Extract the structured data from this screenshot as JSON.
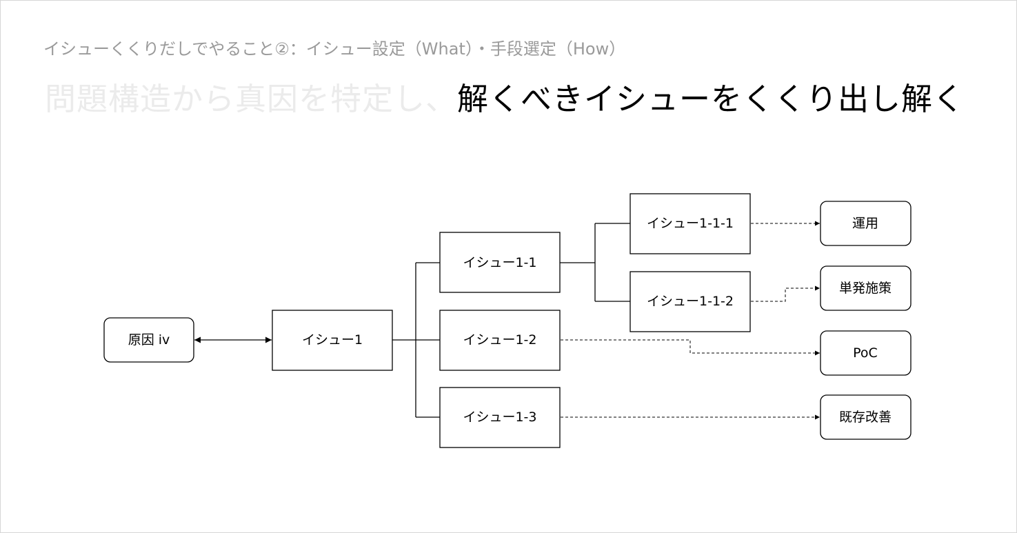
{
  "header": {
    "subtitle": "イシューくくりだしでやること②：イシュー設定（What）・手段選定（How）",
    "title_muted": "問題構造から真因を特定し、",
    "title_strong": "解くべきイシューをくくり出し解く"
  },
  "diagram": {
    "nodes": {
      "cause": "原因 iv",
      "issue1": "イシュー1",
      "issue1_1": "イシュー1-1",
      "issue1_2": "イシュー1-2",
      "issue1_3": "イシュー1-3",
      "issue1_1_1": "イシュー1-1-1",
      "issue1_1_2": "イシュー1-1-2",
      "method_operation": "運用",
      "method_oneoff": "単発施策",
      "method_poc": "PoC",
      "method_improve": "既存改善"
    }
  },
  "colors": {
    "line": "#000000",
    "subtitle": "#9a9a9a",
    "title_muted": "#ebebeb",
    "title_strong": "#000000"
  }
}
